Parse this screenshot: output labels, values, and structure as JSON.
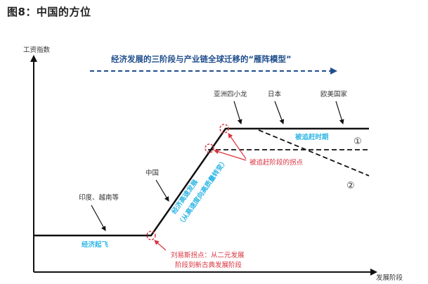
{
  "figure": {
    "title": "图8：中国的方位"
  },
  "diagram": {
    "headline": "经济发展的三阶段与产业链全球迁移的“雁阵模型”",
    "y_axis_label": "工资指数",
    "x_axis_label": "发展阶段",
    "labels": {
      "india_vietnam": "印度、越南等",
      "china": "中国",
      "four_dragons": "亚洲四小龙",
      "japan": "日本",
      "euro_us": "欧美国家",
      "takeoff": "经济起飞",
      "rapid_growth": "经济高速发展",
      "transition": "（从高速度向高质量转变）",
      "being_caught": "被追赶时期",
      "being_caught_turn": "被追赶阶段的拐点",
      "lewis_line1": "刘易斯拐点：从二元发展",
      "lewis_line2": "阶段到新古典发展阶段",
      "path1": "①",
      "path2": "②"
    },
    "colors": {
      "curve": "#111111",
      "arrow": "#1f4e8c",
      "highlight_red": "#d9333f",
      "highlight_blue": "#2eb6e6"
    }
  }
}
